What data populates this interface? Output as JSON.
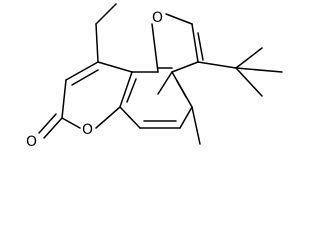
{
  "atoms": {
    "furan_oxygen": "O",
    "ring_oxygen": "O",
    "carbonyl_oxygen": "O"
  }
}
